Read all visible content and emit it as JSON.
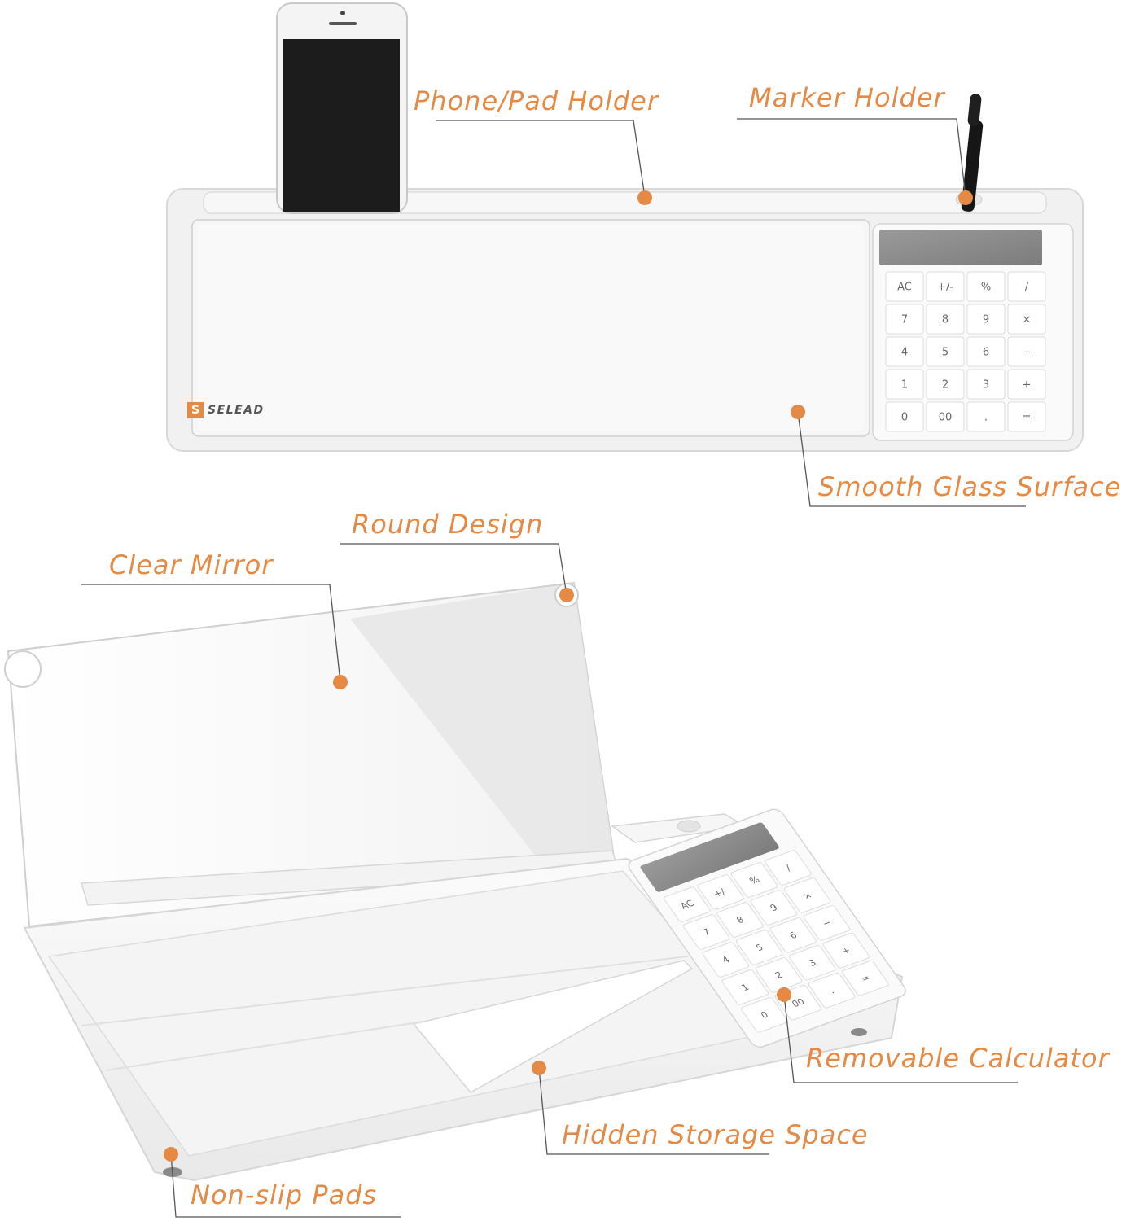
{
  "callouts": {
    "phone_holder": "Phone/Pad Holder",
    "marker_holder": "Marker Holder",
    "glass_surface": "Smooth Glass Surface",
    "round_design": "Round Design",
    "clear_mirror": "Clear Mirror",
    "removable_calculator": "Removable Calculator",
    "hidden_storage": "Hidden Storage Space",
    "non_slip_pads": "Non-slip Pads"
  },
  "brand": {
    "logo_text": "SELEAD",
    "logo_mark": "S"
  },
  "calculator_keys": [
    [
      "AC",
      "+/-",
      "%",
      "/"
    ],
    [
      "7",
      "8",
      "9",
      "×"
    ],
    [
      "4",
      "5",
      "6",
      "−"
    ],
    [
      "1",
      "2",
      "3",
      "+"
    ],
    [
      "0",
      "00",
      ".",
      "="
    ]
  ],
  "colors": {
    "accent": "#e58a45",
    "product_white": "#f5f5f5",
    "outline": "#d8d8d8",
    "screen": "#8f8f8f"
  },
  "icons": {
    "phone": "smartphone-icon",
    "marker": "marker-icon"
  }
}
